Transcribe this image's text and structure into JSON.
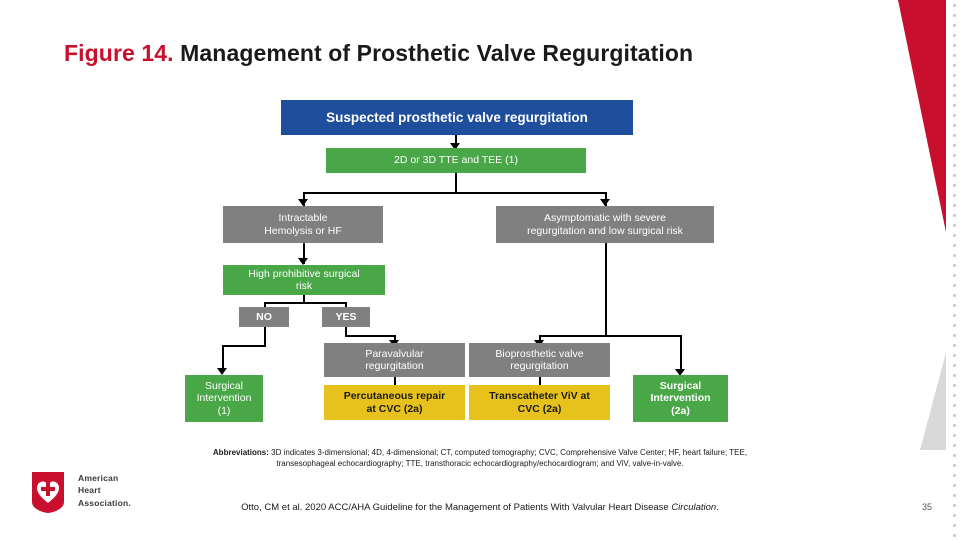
{
  "title": {
    "figure_label": "Figure 14.",
    "text": "Management of Prosthetic Valve Regurgitation"
  },
  "flow": {
    "suspected": "Suspected prosthetic valve regurgitation",
    "imaging": "2D or 3D TTE and TEE (1)",
    "intractable": "Intractable\nHemolysis or HF",
    "asymptomatic": "Asymptomatic with severe\nregurgitation and low surgical risk",
    "high_risk": "High prohibitive surgical\nrisk",
    "no_label": "NO",
    "yes_label": "YES",
    "paravalvular": "Paravalvular\nregurgitation",
    "bioprosthetic": "Bioprosthetic valve\nregurgitation",
    "surgical_1": "Surgical\nIntervention\n(1)",
    "percutaneous": "Percutaneous repair\nat CVC (2a)",
    "transcatheter": "Transcatheter ViV at\nCVC (2a)",
    "surgical_2a": "Surgical\nIntervention\n(2a)"
  },
  "footer": {
    "abbrev_label": "Abbreviations:",
    "abbrev_text": " 3D indicates 3-dimensional; 4D, 4-dimensional; CT, computed tomography; CVC, Comprehensive Valve Center; HF, heart failure; TEE, transesophageal echocardiography; TTE, transthoracic echocardiography/echocardiogram; and ViV, valve-in-valve.",
    "citation_pre": "Otto, CM et al. 2020 ACC/AHA Guideline for the Management of Patients With Valvular Heart Disease ",
    "citation_italic": "Circulation",
    "citation_post": ".",
    "page_number": "35"
  },
  "logo": {
    "line1": "American",
    "line2": "Heart",
    "line3": "Association."
  },
  "colors": {
    "accent_red": "#c8102e",
    "blue": "#1f4e9c",
    "green": "#4aa748",
    "grey": "#808080",
    "yellow": "#e8c21c"
  }
}
